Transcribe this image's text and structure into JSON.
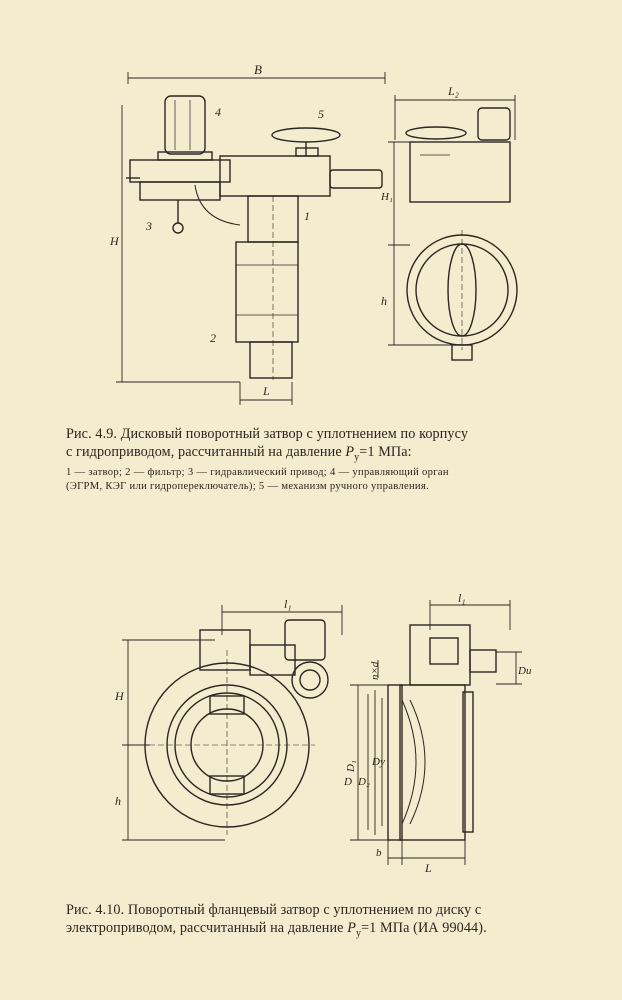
{
  "figure_4_9": {
    "caption_line1": "Рис. 4.9. Дисковый поворотный затвор с уплотнением по корпусу",
    "caption_line2_pre": "с гидроприводом, рассчитанный на давление ",
    "p_symbol": "P",
    "p_subscript": "у",
    "caption_line2_post": "=1 МПа:",
    "legend_line1": "1 — затвор; 2 — фильтр; 3 — гидравлический привод; 4 — управляющий орган",
    "legend_line2": "(ЭГРМ, КЭГ или гидропереключатель); 5 — механизм ручного управления.",
    "labels": {
      "B": "B",
      "L2": "L₂",
      "H": "H",
      "H1": "H₁",
      "h": "h",
      "L": "L",
      "n1": "1",
      "n2": "2",
      "n3": "3",
      "n4": "4",
      "n5": "5"
    }
  },
  "figure_4_10": {
    "caption_line1": "Рис. 4.10. Поворотный фланцевый затвор с уплотнением по диску с",
    "caption_line2_pre": "электроприводом, рассчитанный на давление ",
    "p_symbol": "P",
    "p_subscript": "у",
    "caption_line2_post": "=1 МПа (ИА 99044).",
    "labels": {
      "l1_left": "l₁",
      "l1_right": "l₁",
      "H": "H",
      "h": "h",
      "nxd": "n×d",
      "D1": "D₁",
      "D": "D",
      "D2": "D₂",
      "Dy": "Dу",
      "Du": "Dи",
      "b": "b",
      "L": "L"
    }
  }
}
